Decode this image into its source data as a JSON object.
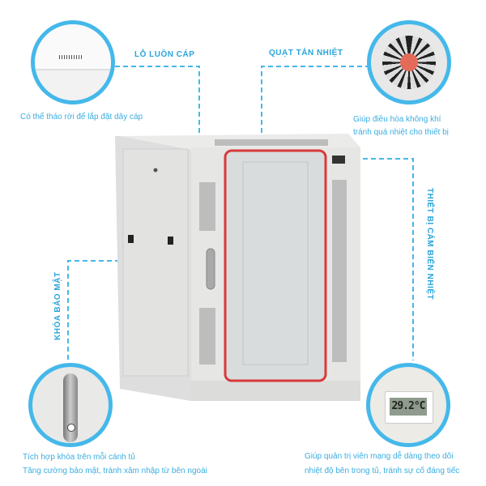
{
  "colors": {
    "accent": "#45b8ea",
    "text": "#3aaee0",
    "frame": "#d83a3a",
    "body": "#e4e4e2"
  },
  "callouts": {
    "cable": {
      "title": "LỖ LUỒN CÁP",
      "desc": "Có thể tháo rời để lắp đặt dây cáp"
    },
    "fan": {
      "title": "QUẠT TẢN NHIỆT",
      "desc": [
        "Giúp điều hòa không khí",
        "tránh quá nhiệt cho thiết bị"
      ]
    },
    "lock": {
      "title": "KHÓA BẢO MẬT",
      "desc": [
        "Tích hợp khóa trên mỗi cánh tủ",
        "Tăng cường bảo mật, tránh xâm nhập từ bên ngoài"
      ]
    },
    "sensor": {
      "title": "THIẾT BỊ CẢM BIẾN NHIỆT",
      "desc": [
        "Giúp quản trị viên mạng dễ dàng theo dõi",
        "nhiệt độ bên trong tủ, tránh sự cố đáng tiếc"
      ],
      "reading": "29.2°C"
    }
  },
  "icons": [
    "cable-port-icon",
    "fan-icon",
    "lock-handle-icon",
    "thermometer-display-icon"
  ]
}
